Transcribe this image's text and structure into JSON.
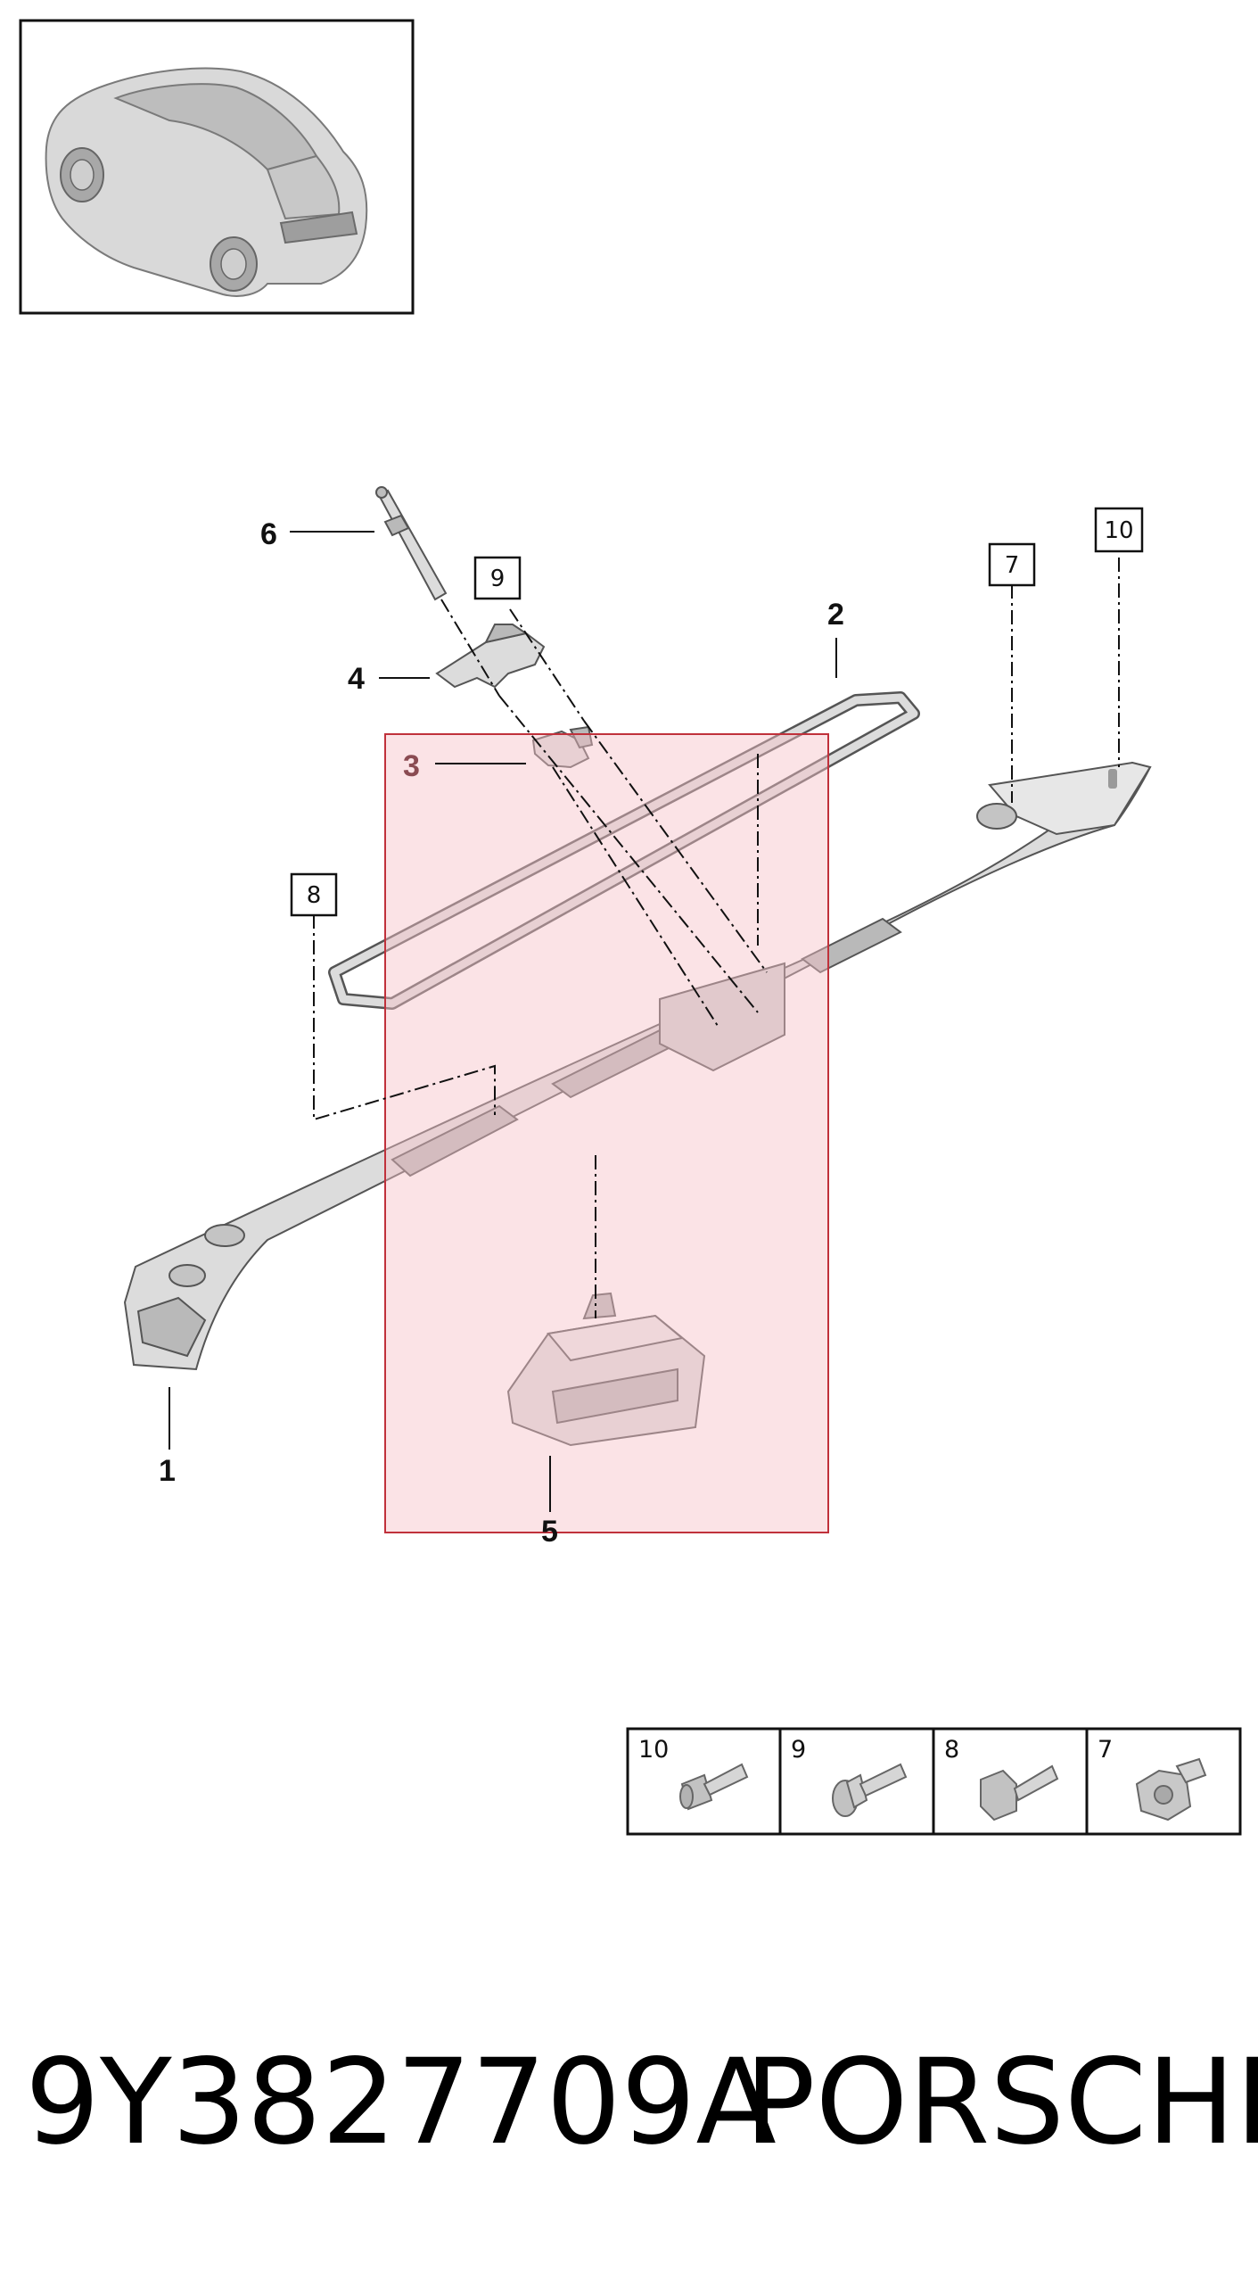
{
  "title": {
    "part_number": "9Y3827709A",
    "brand": "PORSCHE"
  },
  "callouts": {
    "c1": "1",
    "c2": "2",
    "c3": "3",
    "c4": "4",
    "c5": "5",
    "c6": "6"
  },
  "boxed_refs": {
    "b7": "7",
    "b8": "8",
    "b9": "9",
    "b10": "10"
  },
  "legend": {
    "items": [
      {
        "number": "10",
        "icon": "bolt-icon"
      },
      {
        "number": "9",
        "icon": "bolt-with-washer-icon"
      },
      {
        "number": "8",
        "icon": "rivet-icon"
      },
      {
        "number": "7",
        "icon": "clip-nut-icon"
      }
    ]
  },
  "highlight": {
    "callout": "3",
    "color": "#f6c0c8",
    "border_color": "#c0313b"
  },
  "icons": {
    "thumbnail": "car-rear-three-quarter-icon"
  }
}
